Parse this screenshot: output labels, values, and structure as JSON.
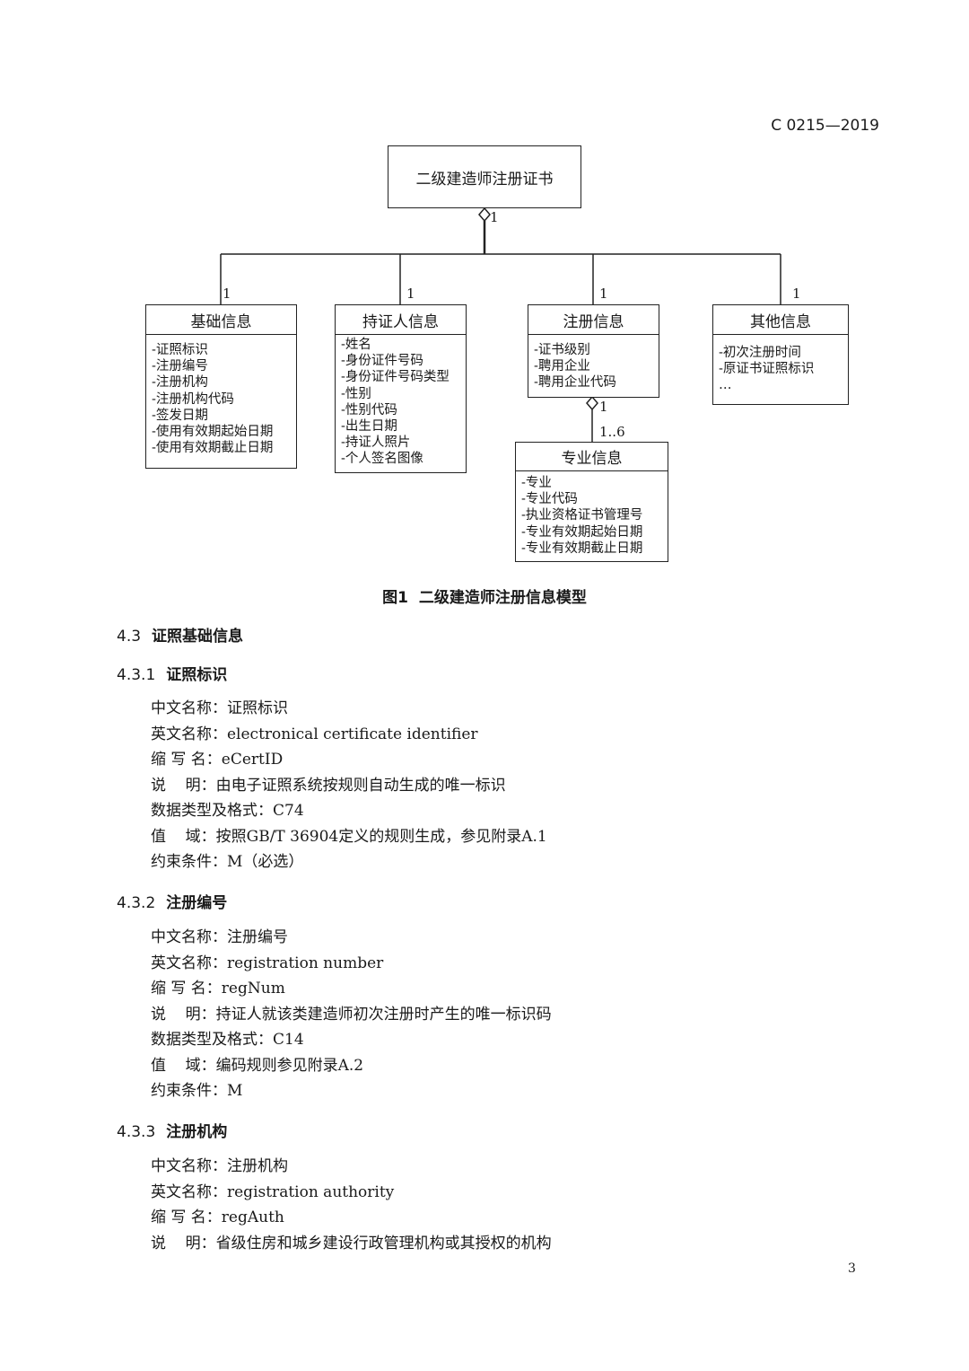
{
  "header": {
    "doc_code": "C 0215—2019"
  },
  "diagram": {
    "root": {
      "title": "二级建造师注册证书",
      "multiplicity": "1"
    },
    "boxes": [
      {
        "title": "基础信息",
        "multiplicity": "1",
        "attributes": [
          "-证照标识",
          "-注册编号",
          "-注册机构",
          "-注册机构代码",
          "-签发日期",
          "-使用有效期起始日期",
          "-使用有效期截止日期"
        ]
      },
      {
        "title": "持证人信息",
        "multiplicity": "1",
        "attributes": [
          "-姓名",
          "-身份证件号码",
          "-身份证件号码类型",
          "-性别",
          "-性别代码",
          "-出生日期",
          "-持证人照片",
          "-个人签名图像"
        ]
      },
      {
        "title": "注册信息",
        "multiplicity": "1",
        "attributes": [
          "-证书级别",
          "-聘用企业",
          "-聘用企业代码"
        ],
        "child_multiplicity": "1"
      },
      {
        "title": "其他信息",
        "multiplicity": "1",
        "attributes": [
          "-初次注册时间",
          "-原证书证照标识",
          "…"
        ]
      }
    ],
    "sub_box": {
      "title": "专业信息",
      "multiplicity": "1..6",
      "attributes": [
        "-专业",
        "-专业代码",
        "-执业资格证书管理号",
        "-专业有效期起始日期",
        "-专业有效期截止日期"
      ]
    }
  },
  "figure_caption": "图1  二级建造师注册信息模型",
  "sections": [
    {
      "number": "4.3",
      "title": "证照基础信息"
    },
    {
      "number": "4.3.1",
      "title": "证照标识",
      "fields": [
        "中文名称：证照标识",
        "英文名称：electronical certificate identifier",
        "缩 写 名：eCertID",
        "说    明：由电子证照系统按规则自动生成的唯一标识",
        "数据类型及格式：C74",
        "值    域：按照GB/T 36904定义的规则生成，参见附录A.1",
        "约束条件：M（必选）"
      ]
    },
    {
      "number": "4.3.2",
      "title": "注册编号",
      "fields": [
        "中文名称：注册编号",
        "英文名称：registration number",
        "缩 写 名：regNum",
        "说    明：持证人就该类建造师初次注册时产生的唯一标识码",
        "数据类型及格式：C14",
        "值    域：编码规则参见附录A.2",
        "约束条件：M"
      ]
    },
    {
      "number": "4.3.3",
      "title": "注册机构",
      "fields": [
        "中文名称：注册机构",
        "英文名称：registration authority",
        "缩 写 名：regAuth",
        "说    明：省级住房和城乡建设行政管理机构或其授权的机构"
      ]
    }
  ],
  "footer": {
    "page_number": "3"
  }
}
